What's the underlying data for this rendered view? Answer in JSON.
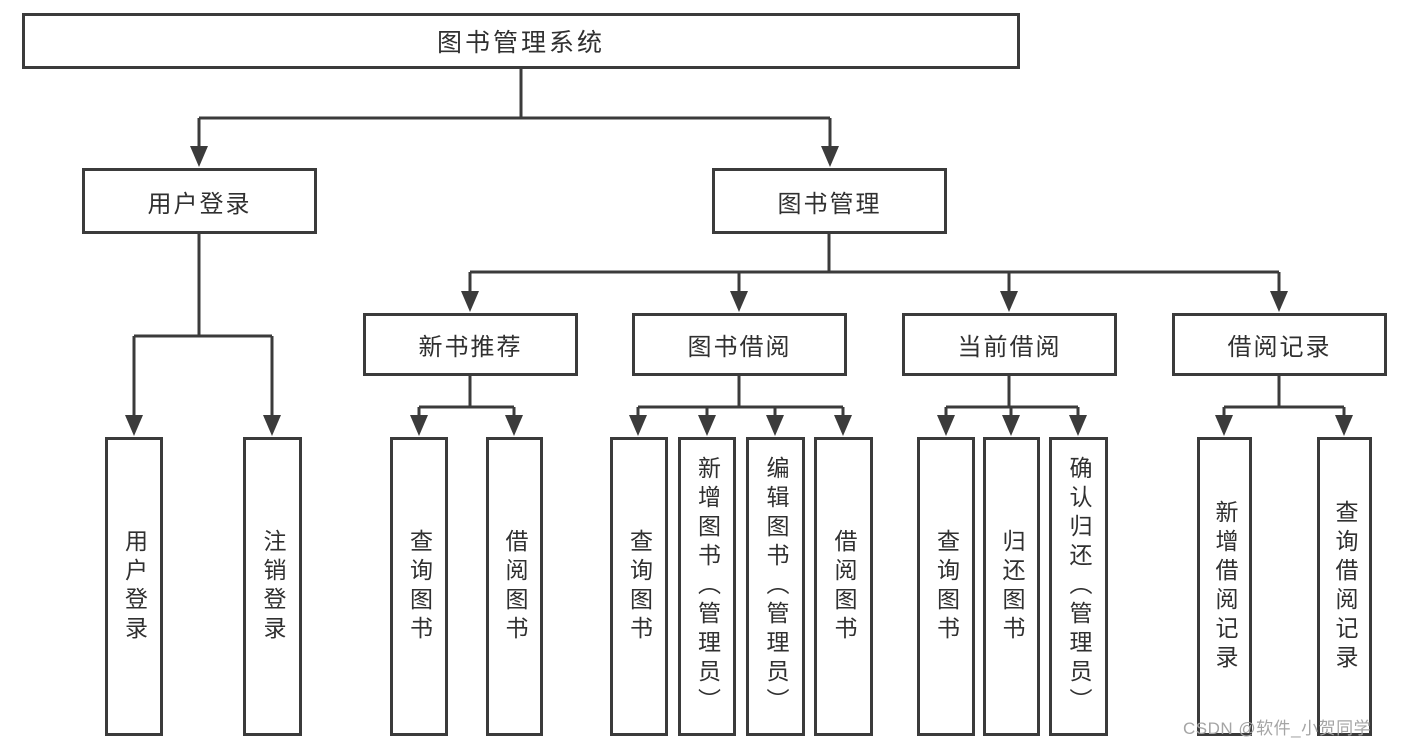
{
  "diagram": {
    "root": {
      "label": "图书管理系统"
    },
    "branches": [
      {
        "label": "用户登录"
      },
      {
        "label": "图书管理"
      }
    ],
    "groups": [
      {
        "label": "新书推荐"
      },
      {
        "label": "图书借阅"
      },
      {
        "label": "当前借阅"
      },
      {
        "label": "借阅记录"
      }
    ],
    "leaves": [
      {
        "label": "用户登录"
      },
      {
        "label": "注销登录"
      },
      {
        "label": "查询图书"
      },
      {
        "label": "借阅图书"
      },
      {
        "label": "查询图书"
      },
      {
        "label": "新增图书（管理员）"
      },
      {
        "label": "编辑图书（管理员）"
      },
      {
        "label": "借阅图书"
      },
      {
        "label": "查询图书"
      },
      {
        "label": "归还图书"
      },
      {
        "label": "确认归还（管理员）"
      },
      {
        "label": "新增借阅记录"
      },
      {
        "label": "查询借阅记录"
      }
    ]
  },
  "watermark": {
    "text": "CSDN @软件_小贺同学"
  },
  "colors": {
    "line": "#3b3b3b",
    "box_border": "#3b3b3b",
    "text": "#303030",
    "watermark": "#a5a5a5",
    "background": "#ffffff"
  }
}
